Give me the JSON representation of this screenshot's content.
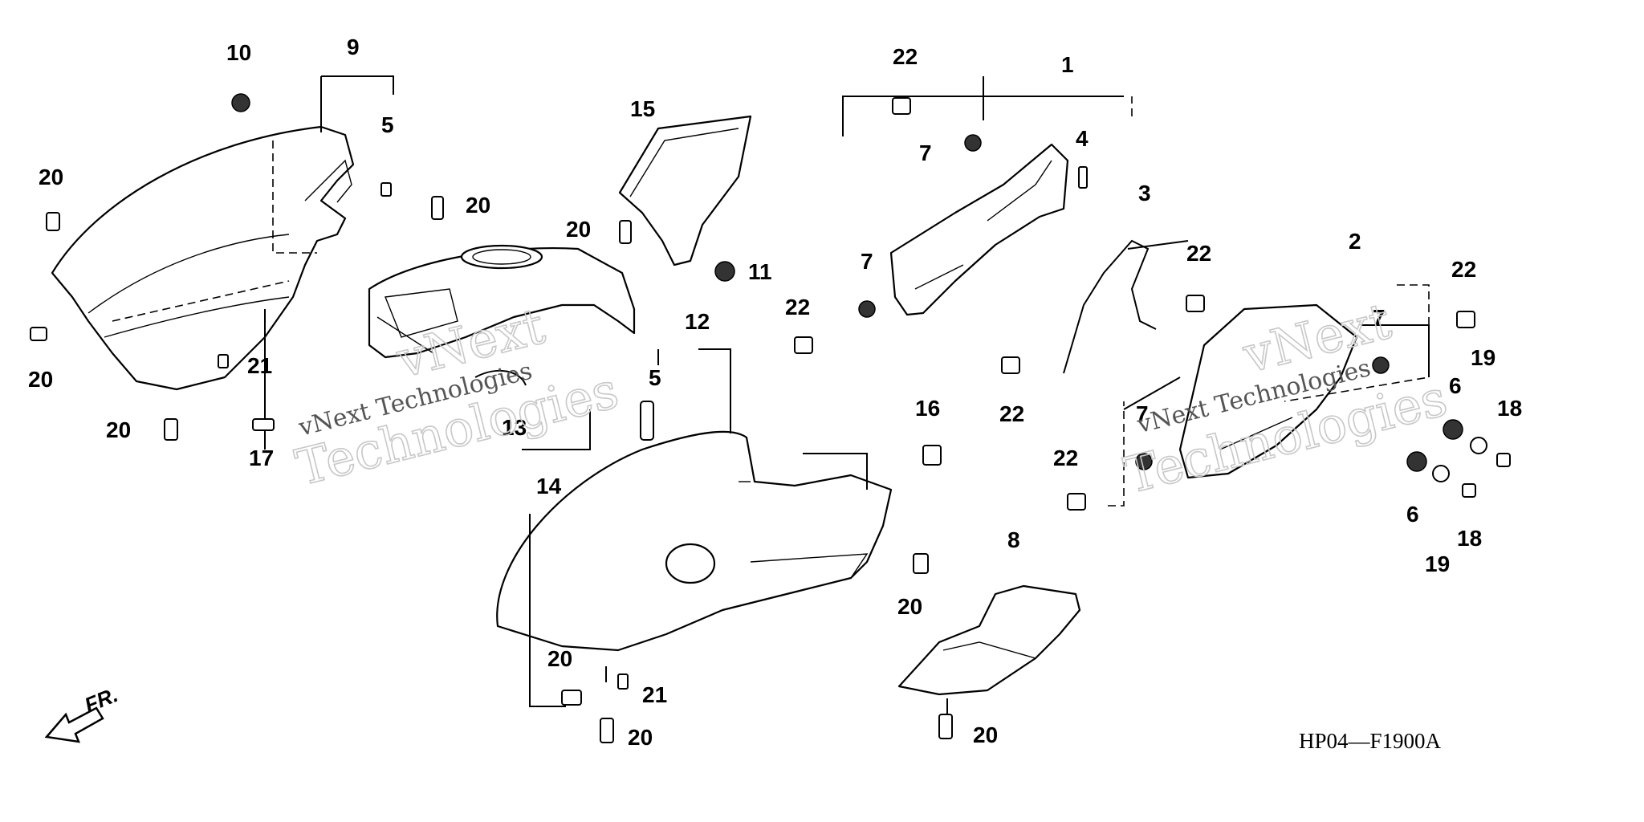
{
  "diagram_code": "HP04—F1900A",
  "direction_label": "FR.",
  "watermark": {
    "line1": "vNext Technologies",
    "line2": "vNext",
    "line3": "Technologies"
  },
  "callouts": {
    "c1": "1",
    "c2": "2",
    "c3": "3",
    "c4": "4",
    "c5a": "5",
    "c5b": "5",
    "c6a": "6",
    "c6b": "6",
    "c7a": "7",
    "c7b": "7",
    "c7c": "7",
    "c7d": "7",
    "c8": "8",
    "c9": "9",
    "c10": "10",
    "c11": "11",
    "c12": "12",
    "c13": "13",
    "c14": "14",
    "c15": "15",
    "c16": "16",
    "c17": "17",
    "c18a": "18",
    "c18b": "18",
    "c19a": "19",
    "c19b": "19",
    "c20a": "20",
    "c20b": "20",
    "c20c": "20",
    "c20d": "20",
    "c20e": "20",
    "c20f": "20",
    "c20g": "20",
    "c20h": "20",
    "c20i": "20",
    "c21a": "21",
    "c21b": "21",
    "c22a": "22",
    "c22b": "22",
    "c22c": "22",
    "c22d": "22",
    "c22e": "22",
    "c22f": "22"
  }
}
